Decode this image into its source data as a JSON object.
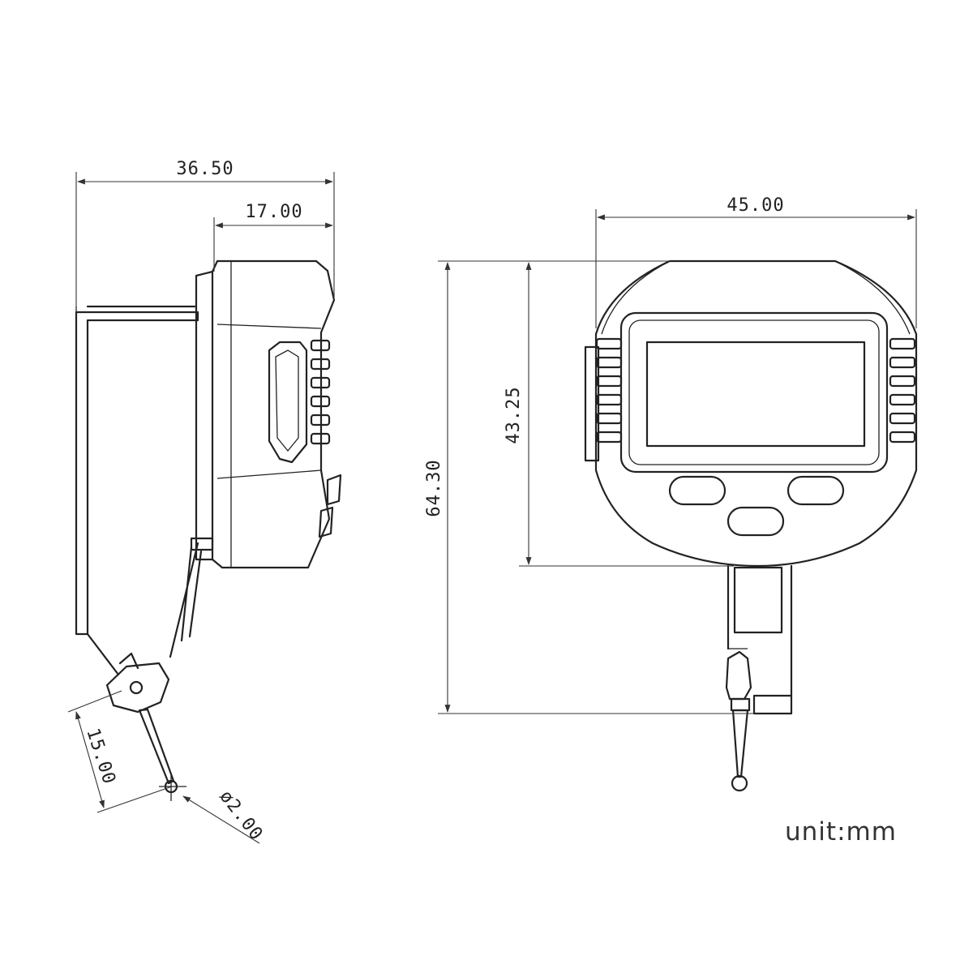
{
  "dimensions": {
    "side_total_width": "36.50",
    "side_body_depth": "17.00",
    "probe_length": "15.00",
    "ball_diameter": "ø2.00",
    "front_width": "45.00",
    "front_body_height": "43.25",
    "front_total_height": "64.30"
  },
  "unit_label": "unit:mm"
}
